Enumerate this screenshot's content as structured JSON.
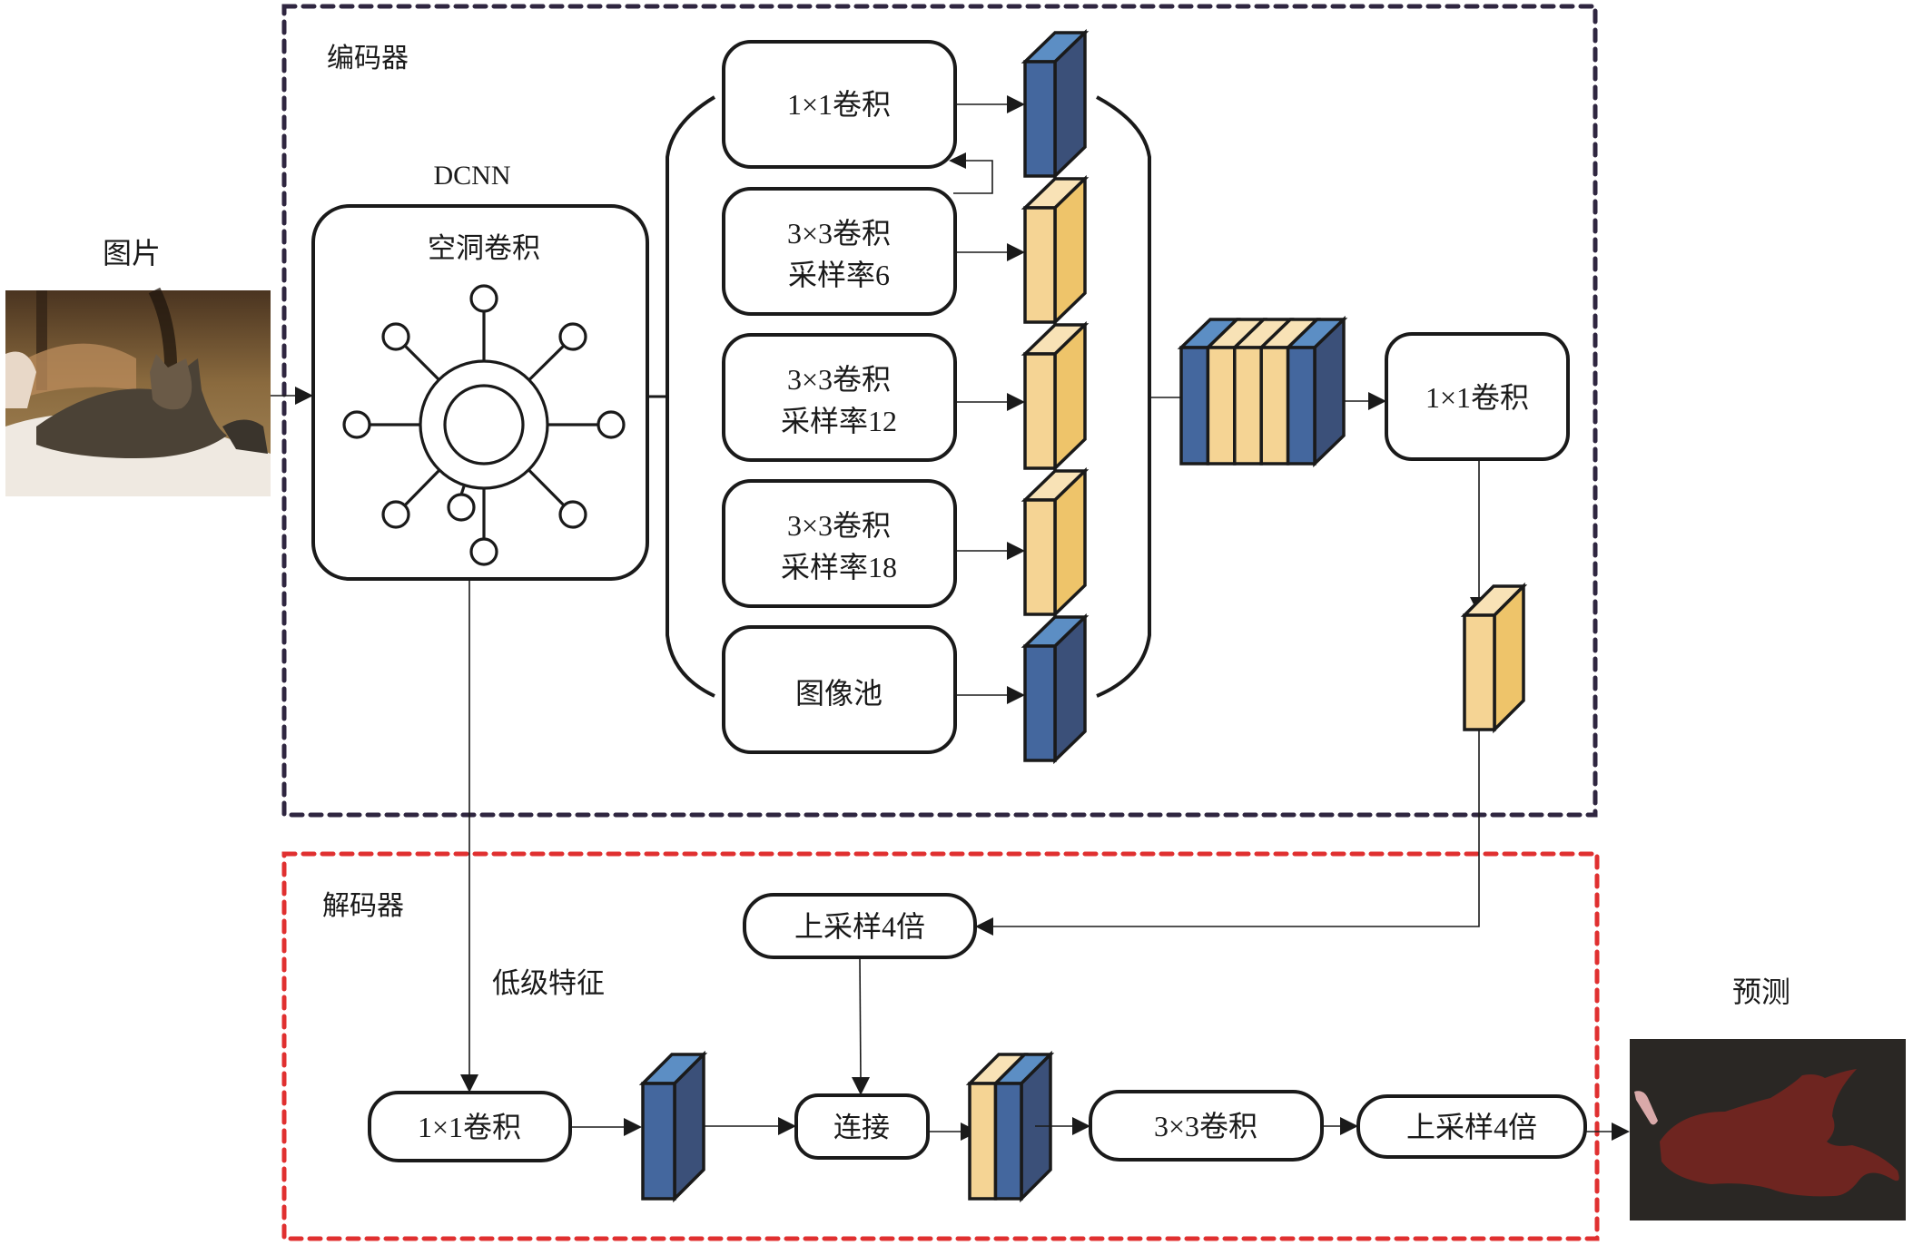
{
  "encoder": {
    "title": "编码器",
    "dcnn_label": "DCNN",
    "atrous_label": "空洞卷积",
    "aspp_branches": [
      {
        "line1": "1×1卷积",
        "line2": "",
        "feature": "blue"
      },
      {
        "line1": "3×3卷积",
        "line2": "采样率6",
        "feature": "yellow"
      },
      {
        "line1": "3×3卷积",
        "line2": "采样率12",
        "feature": "yellow"
      },
      {
        "line1": "3×3卷积",
        "line2": "采样率18",
        "feature": "yellow"
      },
      {
        "line1": "图像池",
        "line2": "",
        "feature": "blue"
      }
    ],
    "concat_stack": [
      "blue",
      "yellow",
      "yellow",
      "yellow",
      "blue"
    ],
    "post_conv_label": "1×1卷积",
    "border_color": "#2f2640"
  },
  "decoder": {
    "title": "解码器",
    "low_level_label": "低级特征",
    "low_conv_label": "1×1卷积",
    "upsample_top_label": "上采样4倍",
    "concat_label": "连接",
    "conv3_label": "3×3卷积",
    "upsample_final_label": "上采样4倍",
    "border_color": "#e03030"
  },
  "input": {
    "label": "图片",
    "image_desc": "photo of a tabby cat lying on a white blanket"
  },
  "output": {
    "label": "预测",
    "image_desc": "segmentation mask: dark red cat region and small pink region on dark background"
  },
  "colors": {
    "blue_front": "#44679e",
    "blue_side": "#3b5079",
    "blue_top": "#5c8ec4",
    "yellow_front": "#f5d494",
    "yellow_side": "#eec46a",
    "yellow_top": "#f8e2b6",
    "mask_bg": "#2a2724",
    "mask_cat": "#6e2520",
    "mask_person": "#d9a9a9"
  }
}
